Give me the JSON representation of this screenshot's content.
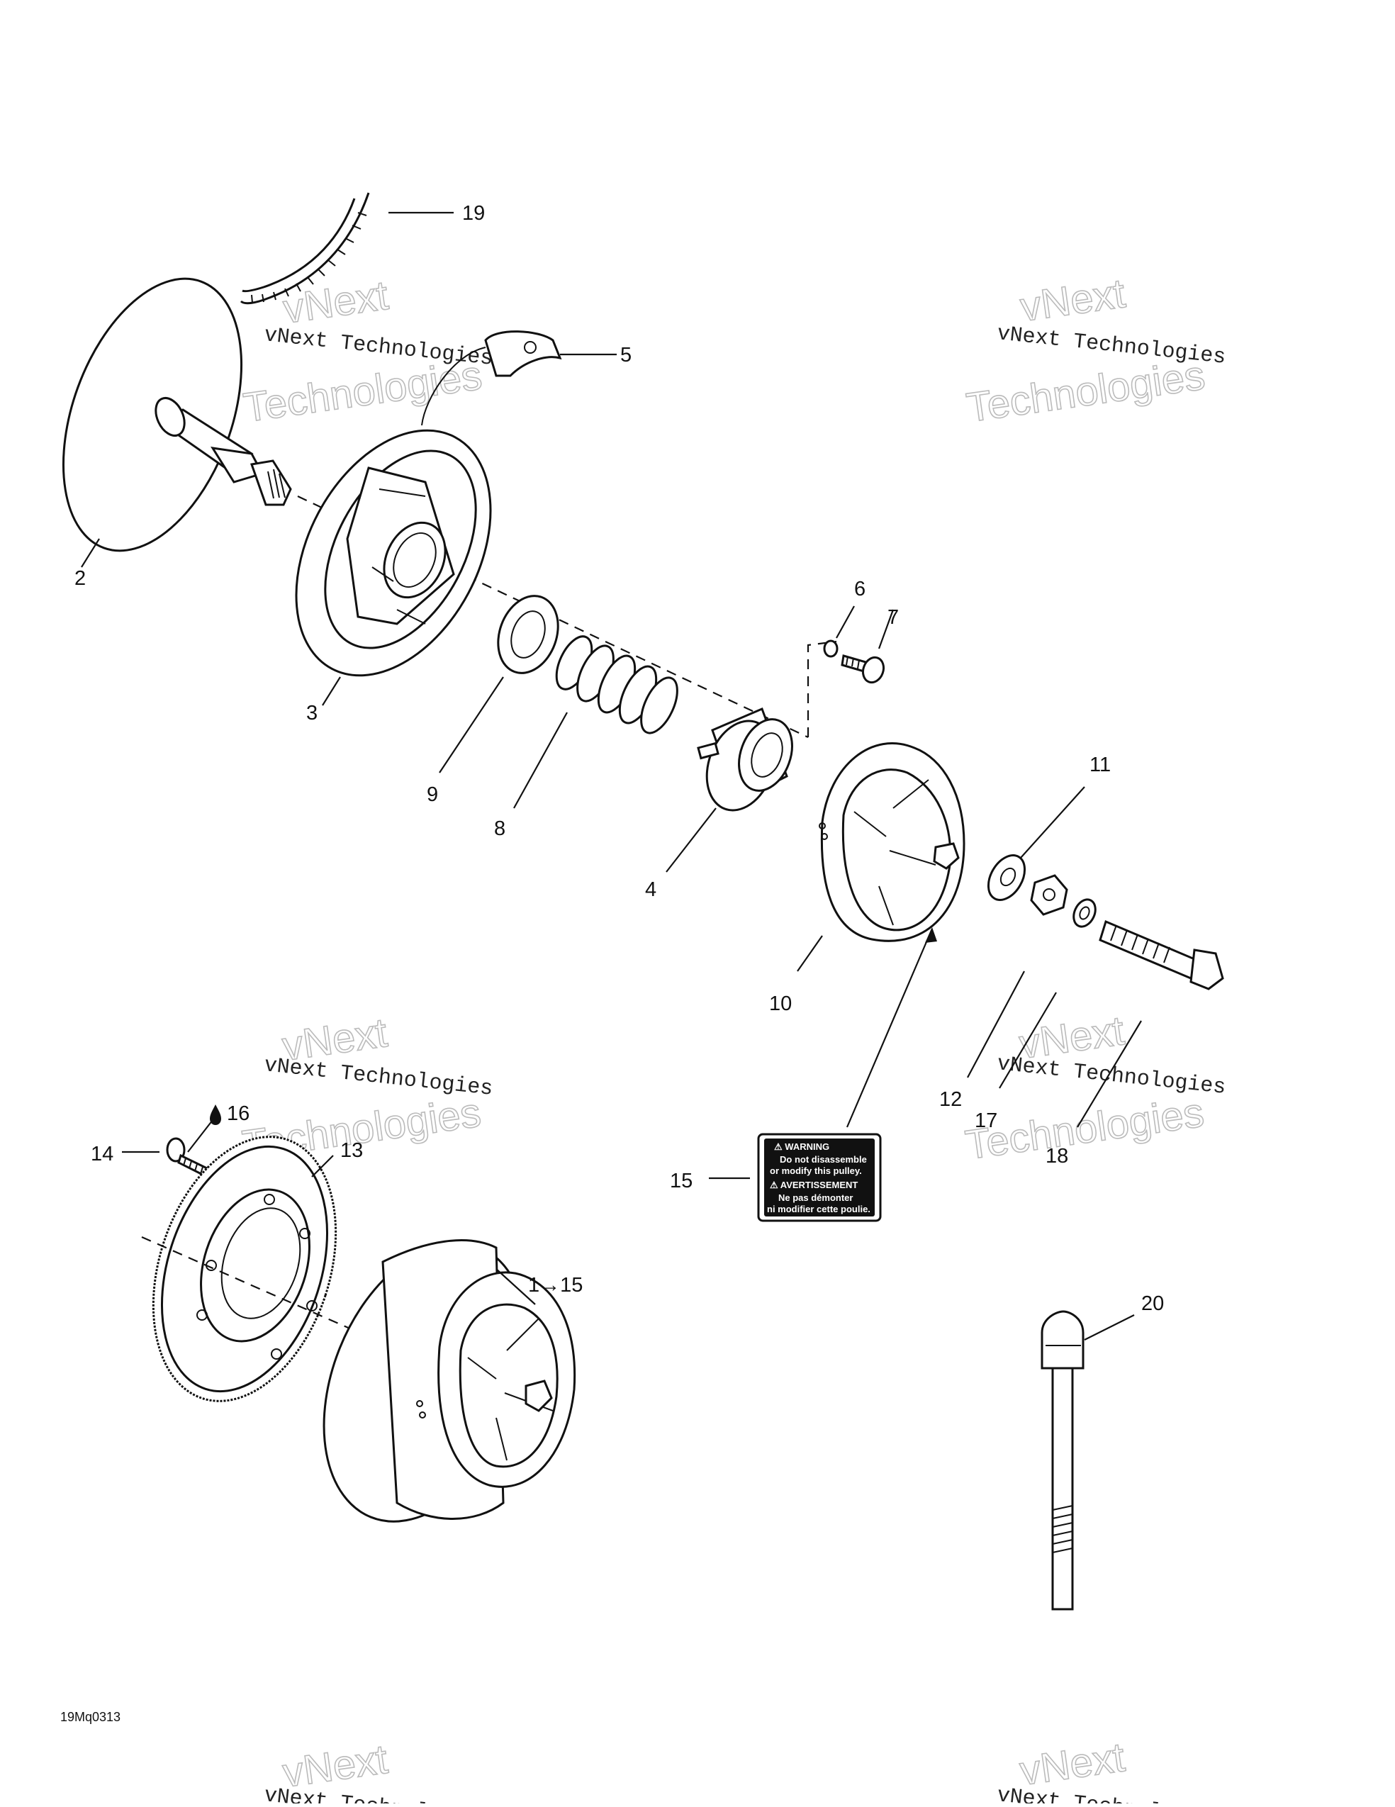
{
  "document": {
    "reference_code": "19Mq0313"
  },
  "watermark": {
    "line1": "vNext Technologies",
    "line2": "vNext",
    "line3": "Technologies"
  },
  "callouts": {
    "c1": "1→15",
    "c2": "2",
    "c3": "3",
    "c4": "4",
    "c5": "5",
    "c6": "6",
    "c7": "7",
    "c8": "8",
    "c9": "9",
    "c10": "10",
    "c11": "11",
    "c12": "12",
    "c13": "13",
    "c14": "14",
    "c15": "15",
    "c16": "16",
    "c17": "17",
    "c18": "18",
    "c19": "19",
    "c20": "20"
  },
  "decal": {
    "line1": "⚠ WARNING",
    "line2": "Do not disassemble",
    "line3": "or modify this pulley.",
    "line4": "⚠ AVERTISSEMENT",
    "line5": "Ne pas démonter",
    "line6": "ni modifier cette poulie."
  },
  "icons": {
    "adhesive": "drop-icon"
  }
}
